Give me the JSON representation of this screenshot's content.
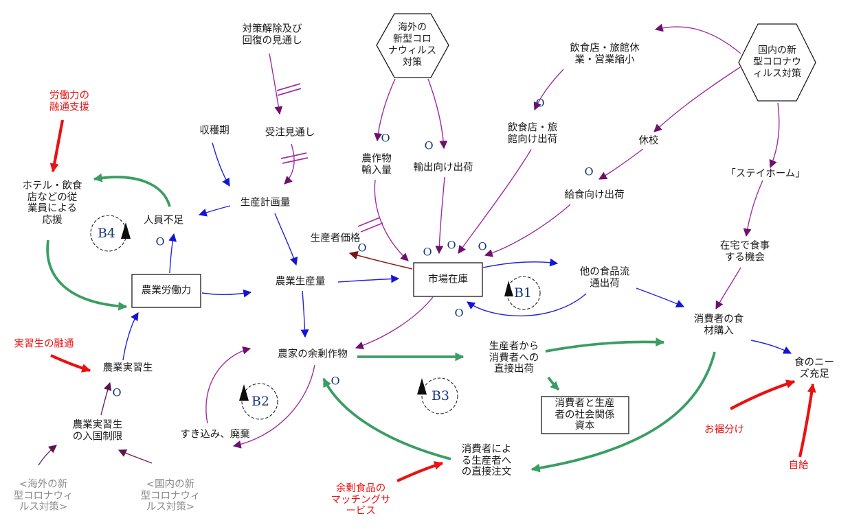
{
  "marks": {
    "o": "O"
  },
  "loops": {
    "b1": "B1",
    "b2": "B2",
    "b3": "B3",
    "b4": "B4"
  },
  "colors": {
    "purple": "#a02ca0",
    "purple_head": "#70106e",
    "blue": "#2222e0",
    "maroon": "#8c1a1a",
    "dark_purple": "#6e2162",
    "green": "#3a9e62",
    "red": "#ea1111",
    "navy": "#16367c",
    "gray_text": "#8a8a8a",
    "black_text": "#1a1a1a"
  },
  "nodes": {
    "labor_support": {
      "label": "労働力の\n融通支援",
      "kind": "intervention"
    },
    "recovery_outlook": {
      "label": "対策解除及び\n回復の見通し",
      "kind": "variable"
    },
    "harvest_season": {
      "label": "収穫期",
      "kind": "variable"
    },
    "order_forecast": {
      "label": "受注見通し",
      "kind": "variable"
    },
    "overseas_covid_policy": {
      "label": "海外の\n新型コロ\nナウィルス\n対策",
      "kind": "hexagon"
    },
    "restaurant_closure": {
      "label": "飲食店・旅館休\n業・営業縮小",
      "kind": "variable"
    },
    "domestic_covid_policy": {
      "label": "国内の新\n型コロナウ\nィルス対策",
      "kind": "hexagon"
    },
    "crop_imports": {
      "label": "農作物\n輸入量",
      "kind": "variable"
    },
    "export_shipments": {
      "label": "輸出向け出荷",
      "kind": "variable"
    },
    "restaurant_shipments": {
      "label": "飲食店・旅\n館向け出荷",
      "kind": "variable"
    },
    "school_closure": {
      "label": "休校",
      "kind": "variable"
    },
    "school_lunch_shipments": {
      "label": "給食向け出荷",
      "kind": "variable"
    },
    "stay_home": {
      "label": "「ステイホーム」",
      "kind": "variable"
    },
    "hotel_staff_support": {
      "label": "ホテル・飲食\n店などの従\n業員による\n応援",
      "kind": "variable"
    },
    "labor_shortage": {
      "label": "人員不足",
      "kind": "variable"
    },
    "production_plan": {
      "label": "生産計画量",
      "kind": "variable"
    },
    "producer_price": {
      "label": "生産者価格",
      "kind": "variable"
    },
    "market_stock": {
      "label": "市場在庫",
      "kind": "box"
    },
    "farm_labor": {
      "label": "農業労働力",
      "kind": "box"
    },
    "farm_output": {
      "label": "農業生産量",
      "kind": "variable"
    },
    "other_food_distribution": {
      "label": "他の食品流\n通出荷",
      "kind": "variable"
    },
    "eating_at_home": {
      "label": "在宅で食事\nする機会",
      "kind": "variable"
    },
    "consumer_food_purchase": {
      "label": "消費者の食\n材購入",
      "kind": "variable"
    },
    "trainee_accommodation": {
      "label": "実習生の融通",
      "kind": "intervention"
    },
    "farm_trainees": {
      "label": "農業実習生",
      "kind": "variable"
    },
    "surplus_crops": {
      "label": "農家の余剰作物",
      "kind": "variable"
    },
    "direct_shipment": {
      "label": "生産者から\n消費者への\n直接出荷",
      "kind": "variable"
    },
    "food_needs": {
      "label": "食のニーズ充足",
      "kind": "variable"
    },
    "social_capital": {
      "label": "消費者と生産\n者の社会関係\n資本",
      "kind": "box"
    },
    "plowing_disposal": {
      "label": "すき込み、廃棄",
      "kind": "variable"
    },
    "sharing": {
      "label": "お裾分け",
      "kind": "intervention"
    },
    "trainee_entry_restriction": {
      "label": "農業実習生\nの入国制限",
      "kind": "variable"
    },
    "direct_orders": {
      "label": "消費者によ\nる生産者へ\nの直接注文",
      "kind": "variable"
    },
    "self_sufficiency": {
      "label": "自給",
      "kind": "intervention"
    },
    "overseas_covid_shadow": {
      "label": "<海外の新\n型コロナウィ\nルス対策>",
      "kind": "shadow"
    },
    "domestic_covid_shadow": {
      "label": "<国内の新\n型コロナウィ\nルス対策>",
      "kind": "shadow"
    },
    "matching_service": {
      "label": "余剰食品の\nマッチングサ\nービス",
      "kind": "intervention"
    }
  },
  "edges": [
    {
      "from": "recovery_outlook",
      "to": "order_forecast",
      "color": "purple",
      "polarity": "s",
      "delay": true
    },
    {
      "from": "order_forecast",
      "to": "production_plan",
      "color": "purple",
      "polarity": "s",
      "delay": true
    },
    {
      "from": "overseas_covid_policy",
      "to": "crop_imports",
      "color": "purple",
      "polarity": "o",
      "delay": false
    },
    {
      "from": "overseas_covid_policy",
      "to": "export_shipments",
      "color": "purple",
      "polarity": "o",
      "delay": false
    },
    {
      "from": "crop_imports",
      "to": "market_stock",
      "color": "purple",
      "polarity": "s",
      "delay": true
    },
    {
      "from": "export_shipments",
      "to": "market_stock",
      "color": "purple",
      "polarity": "o",
      "delay": false
    },
    {
      "from": "restaurant_shipments",
      "to": "market_stock",
      "color": "purple",
      "polarity": "o",
      "delay": false
    },
    {
      "from": "school_lunch_shipments",
      "to": "market_stock",
      "color": "purple",
      "polarity": "o",
      "delay": false
    },
    {
      "from": "domestic_covid_policy",
      "to": "restaurant_closure",
      "color": "purple",
      "polarity": "s",
      "delay": false
    },
    {
      "from": "restaurant_closure",
      "to": "restaurant_shipments",
      "color": "purple",
      "polarity": "o",
      "delay": false
    },
    {
      "from": "domestic_covid_policy",
      "to": "school_closure",
      "color": "purple",
      "polarity": "s",
      "delay": false
    },
    {
      "from": "school_closure",
      "to": "school_lunch_shipments",
      "color": "purple",
      "polarity": "o",
      "delay": false
    },
    {
      "from": "domestic_covid_policy",
      "to": "stay_home",
      "color": "purple",
      "polarity": "s",
      "delay": false
    },
    {
      "from": "stay_home",
      "to": "eating_at_home",
      "color": "purple",
      "polarity": "s",
      "delay": false
    },
    {
      "from": "eating_at_home",
      "to": "consumer_food_purchase",
      "color": "purple",
      "polarity": "s",
      "delay": false
    },
    {
      "from": "market_stock",
      "to": "surplus_crops",
      "color": "purple",
      "polarity": "s",
      "delay": false
    },
    {
      "from": "surplus_crops",
      "to": "plowing_disposal",
      "color": "purple",
      "polarity": "s",
      "delay": false
    },
    {
      "from": "plowing_disposal",
      "to": "surplus_crops",
      "color": "purple",
      "polarity": "s",
      "delay": false
    },
    {
      "from": "overseas_covid_shadow",
      "to": "trainee_entry_restriction",
      "color": "dark_purple",
      "polarity": "s",
      "delay": false
    },
    {
      "from": "domestic_covid_shadow",
      "to": "trainee_entry_restriction",
      "color": "dark_purple",
      "polarity": "s",
      "delay": false
    },
    {
      "from": "trainee_entry_restriction",
      "to": "farm_trainees",
      "color": "dark_purple",
      "polarity": "o",
      "delay": false
    },
    {
      "from": "harvest_season",
      "to": "production_plan",
      "color": "blue",
      "polarity": "s",
      "delay": false
    },
    {
      "from": "production_plan",
      "to": "labor_shortage",
      "color": "blue",
      "polarity": "s",
      "delay": false
    },
    {
      "from": "production_plan",
      "to": "farm_output",
      "color": "blue",
      "polarity": "s",
      "delay": false
    },
    {
      "from": "farm_labor",
      "to": "labor_shortage",
      "color": "blue",
      "polarity": "o",
      "delay": false
    },
    {
      "from": "farm_trainees",
      "to": "farm_labor",
      "color": "blue",
      "polarity": "s",
      "delay": false
    },
    {
      "from": "farm_labor",
      "to": "farm_output",
      "color": "blue",
      "polarity": "s",
      "delay": false
    },
    {
      "from": "farm_output",
      "to": "market_stock",
      "color": "blue",
      "polarity": "s",
      "delay": false
    },
    {
      "from": "farm_output",
      "to": "surplus_crops",
      "color": "blue",
      "polarity": "s",
      "delay": false
    },
    {
      "from": "market_stock",
      "to": "other_food_distribution",
      "color": "blue",
      "polarity": "s",
      "delay": false
    },
    {
      "from": "other_food_distribution",
      "to": "market_stock",
      "color": "blue",
      "polarity": "o",
      "delay": false
    },
    {
      "from": "other_food_distribution",
      "to": "consumer_food_purchase",
      "color": "blue",
      "polarity": "s",
      "delay": false
    },
    {
      "from": "consumer_food_purchase",
      "to": "food_needs",
      "color": "blue",
      "polarity": "s",
      "delay": false
    },
    {
      "from": "market_stock",
      "to": "producer_price",
      "color": "maroon",
      "polarity": "o",
      "delay": false
    },
    {
      "from": "labor_shortage",
      "to": "hotel_staff_support",
      "color": "green",
      "polarity": "s",
      "delay": false
    },
    {
      "from": "hotel_staff_support",
      "to": "farm_labor",
      "color": "green",
      "polarity": "s",
      "delay": false
    },
    {
      "from": "surplus_crops",
      "to": "direct_shipment",
      "color": "green",
      "polarity": "s",
      "delay": false
    },
    {
      "from": "direct_shipment",
      "to": "consumer_food_purchase",
      "color": "green",
      "polarity": "s",
      "delay": false
    },
    {
      "from": "direct_shipment",
      "to": "social_capital",
      "color": "green",
      "polarity": "s",
      "delay": false
    },
    {
      "from": "consumer_food_purchase",
      "to": "direct_orders",
      "color": "green",
      "polarity": "s",
      "delay": false
    },
    {
      "from": "direct_orders",
      "to": "surplus_crops",
      "color": "green",
      "polarity": "o",
      "delay": false
    },
    {
      "from": "labor_support",
      "to": "hotel_staff_support",
      "color": "red",
      "polarity": "s",
      "delay": false
    },
    {
      "from": "trainee_accommodation",
      "to": "farm_trainees",
      "color": "red",
      "polarity": "s",
      "delay": false
    },
    {
      "from": "matching_service",
      "to": "direct_orders",
      "color": "red",
      "polarity": "s",
      "delay": false
    },
    {
      "from": "sharing",
      "to": "food_needs",
      "color": "red",
      "polarity": "s",
      "delay": false
    },
    {
      "from": "self_sufficiency",
      "to": "food_needs",
      "color": "red",
      "polarity": "s",
      "delay": false
    }
  ]
}
